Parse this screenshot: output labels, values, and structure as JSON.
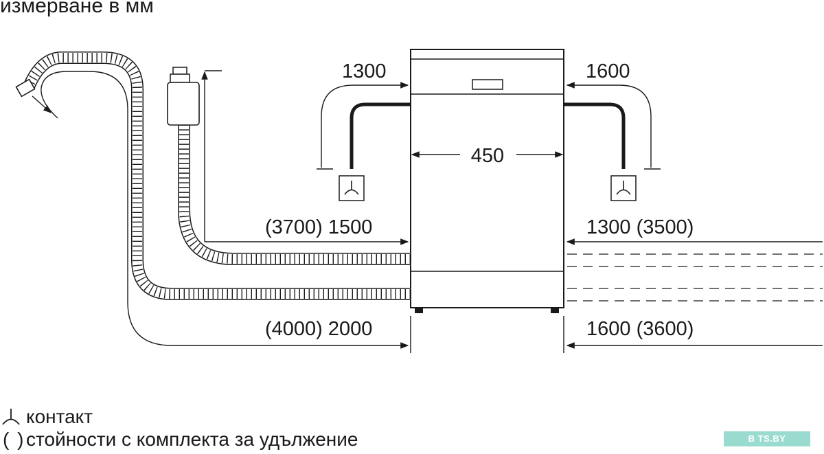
{
  "title": "измерване в мм",
  "dimensions": {
    "top_left_vertical": "1300",
    "top_right_vertical": "1600",
    "width": "450",
    "left_upper": "(3700) 1500",
    "right_upper": "1300 (3500)",
    "left_lower": "(4000) 2000",
    "right_lower": "1600 (3600)"
  },
  "legend": {
    "socket_symbol_icon": "socket-icon",
    "socket_label": "контакт",
    "paren_symbol": "( )",
    "paren_label": "стойности с комплекта за удължение"
  },
  "watermark": "B TS.BY",
  "colors": {
    "line": "#1a1a1a",
    "watermark_bg": "#9adbd0"
  }
}
